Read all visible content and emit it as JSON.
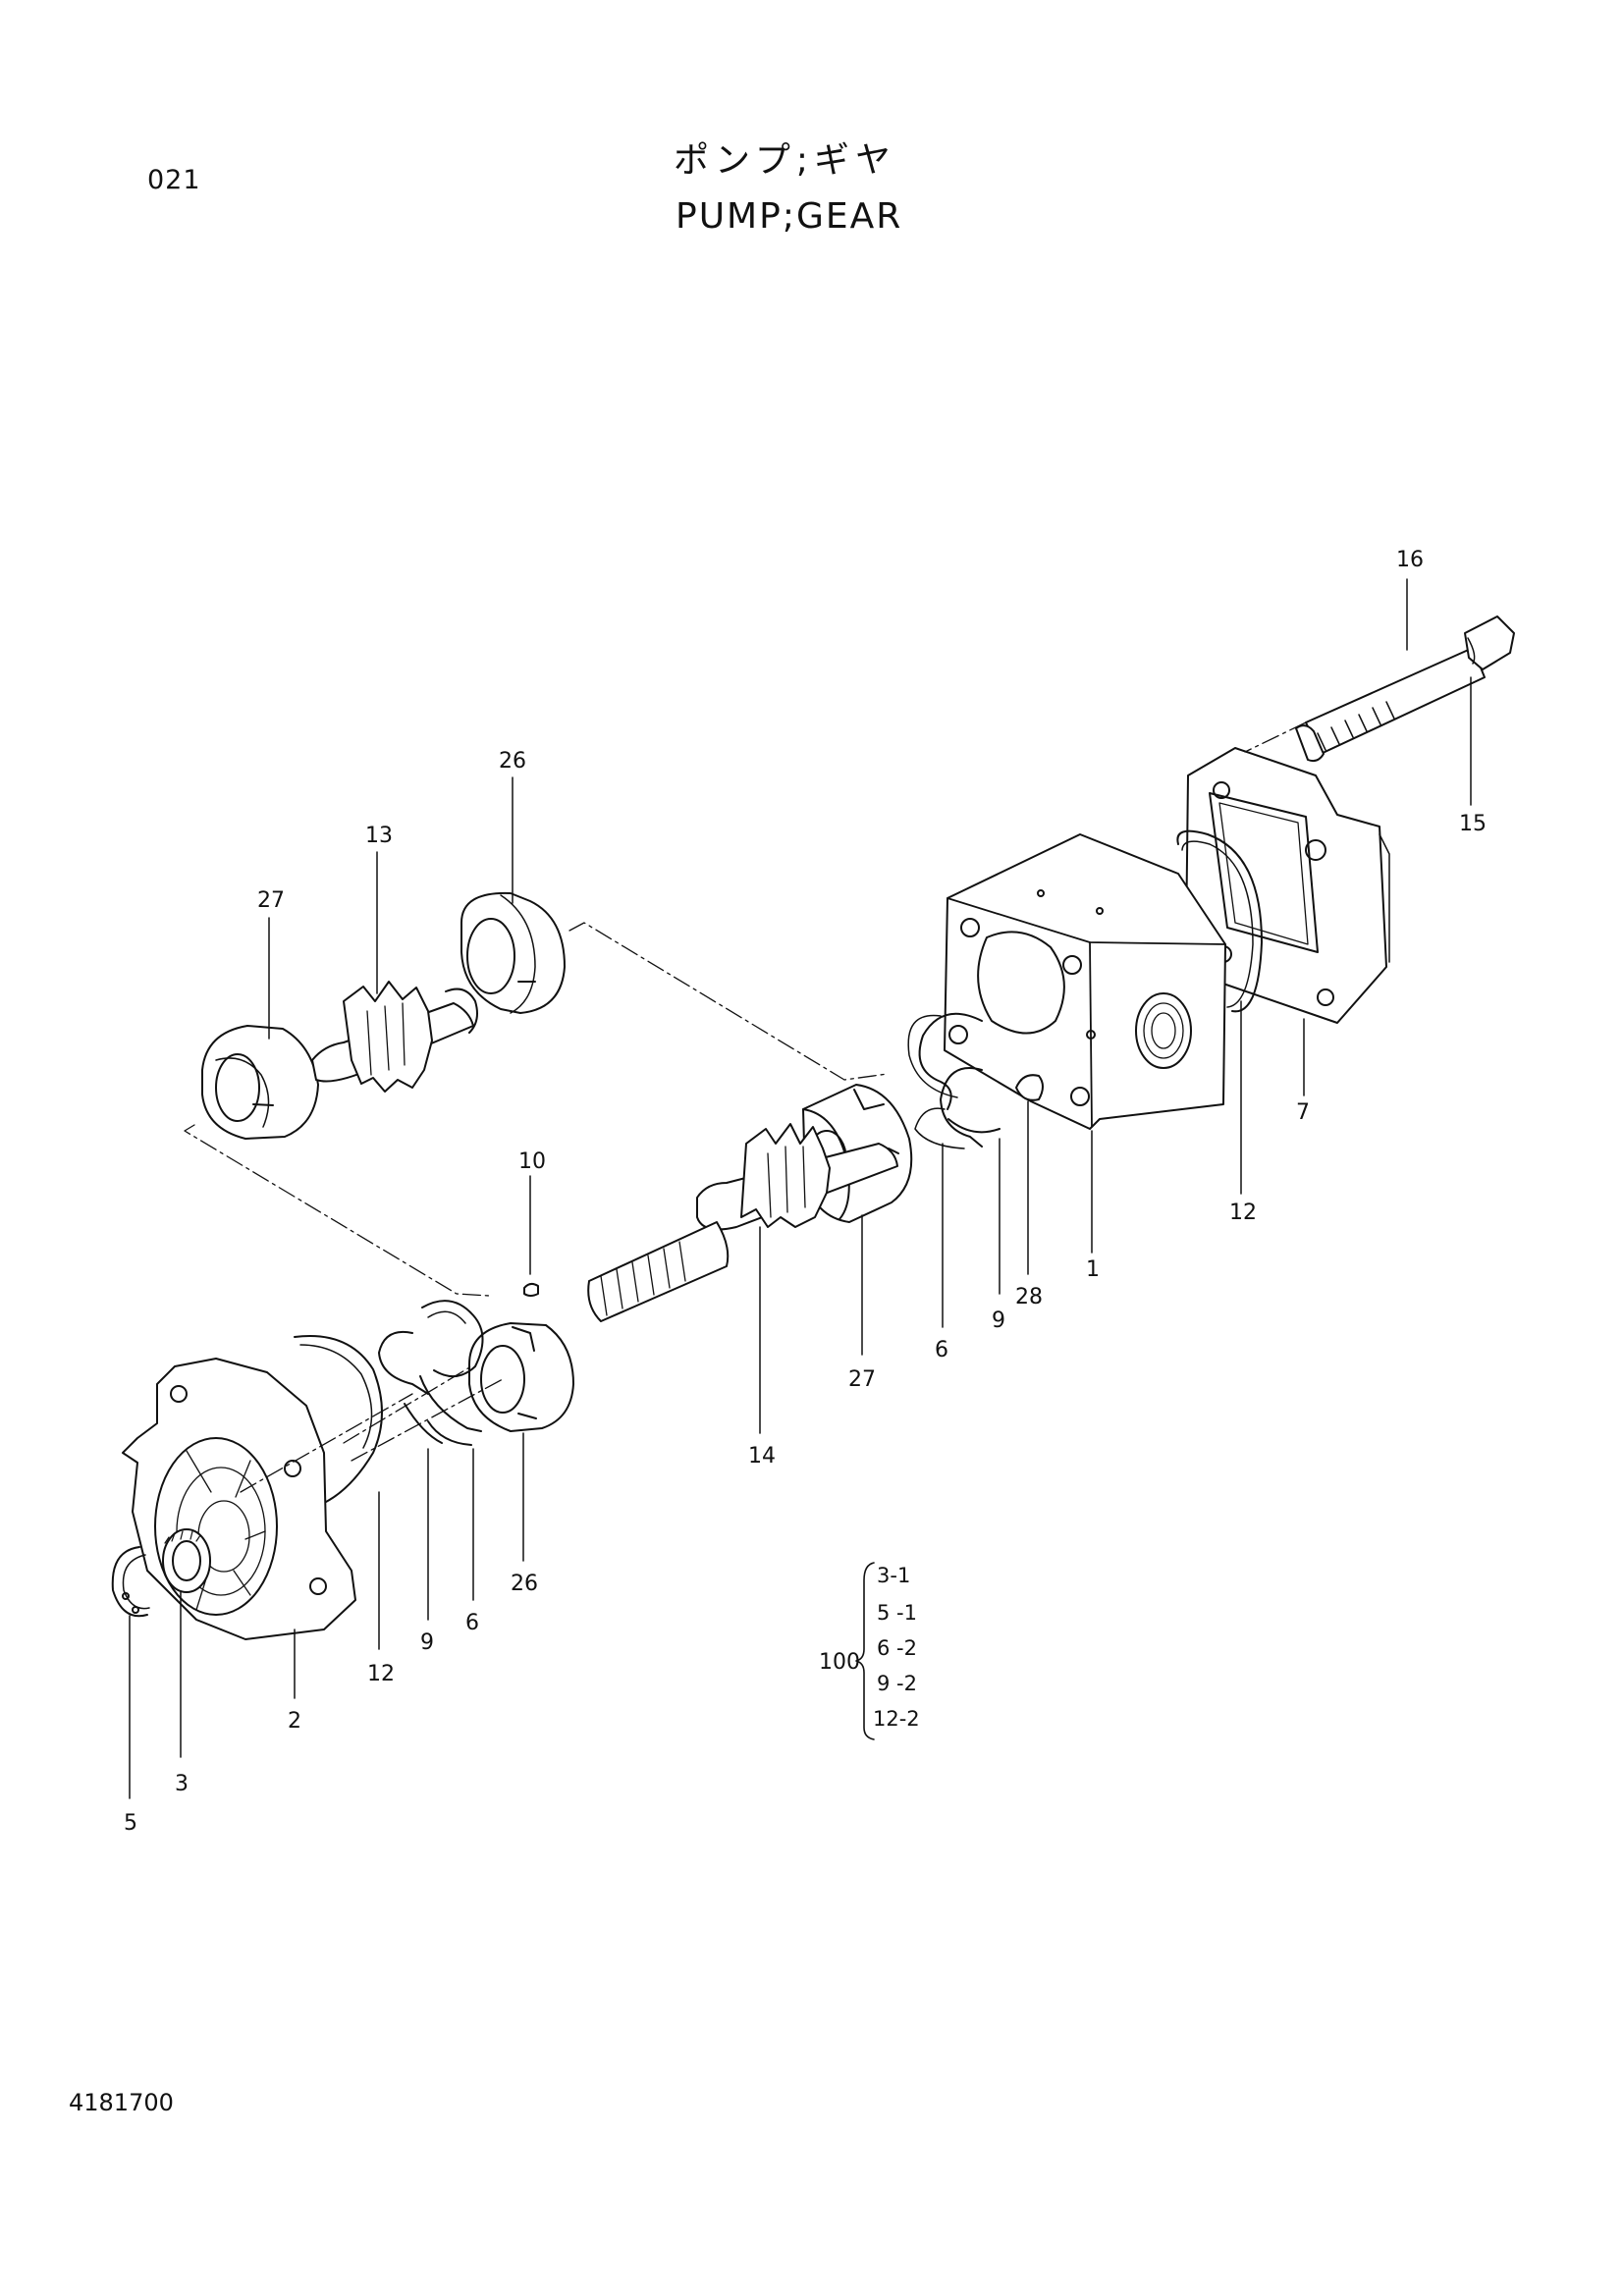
{
  "header": {
    "page_number": "021",
    "title_jp": "ポンプ;ギヤ",
    "title_en": "PUMP;GEAR"
  },
  "parts": [
    {
      "id": "p16",
      "label": "16"
    },
    {
      "id": "p15",
      "label": "15"
    },
    {
      "id": "p26a",
      "label": "26"
    },
    {
      "id": "p13",
      "label": "13"
    },
    {
      "id": "p27a",
      "label": "27"
    },
    {
      "id": "p7",
      "label": "7"
    },
    {
      "id": "p12a",
      "label": "12"
    },
    {
      "id": "p1",
      "label": "1"
    },
    {
      "id": "p28",
      "label": "28"
    },
    {
      "id": "p9a",
      "label": "9"
    },
    {
      "id": "p6a",
      "label": "6"
    },
    {
      "id": "p27b",
      "label": "27"
    },
    {
      "id": "p10",
      "label": "10"
    },
    {
      "id": "p14",
      "label": "14"
    },
    {
      "id": "p26b",
      "label": "26"
    },
    {
      "id": "p6b",
      "label": "6"
    },
    {
      "id": "p9b",
      "label": "9"
    },
    {
      "id": "p12b",
      "label": "12"
    },
    {
      "id": "p2",
      "label": "2"
    },
    {
      "id": "p3",
      "label": "3"
    },
    {
      "id": "p5",
      "label": "5"
    }
  ],
  "kit": {
    "key": "100",
    "items": [
      "3-1",
      "5 -1",
      "6 -2",
      "9 -2",
      "12-2"
    ]
  },
  "footer": {
    "drawing_number": "4181700"
  }
}
